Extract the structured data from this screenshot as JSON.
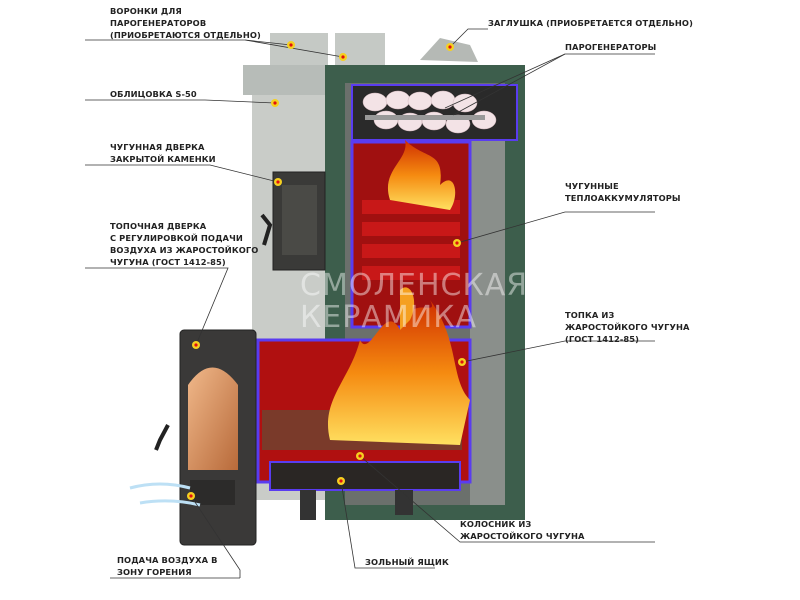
{
  "watermark": {
    "line1": "СМОЛЕНСКАЯ",
    "line2": "КЕРАМИКА"
  },
  "labels": {
    "funnels": [
      "ВОРОНКИ ДЛЯ",
      "ПАРОГЕНЕРАТОРОВ",
      "(ПРИОБРЕТАЮТСЯ ОТДЕЛЬНО)"
    ],
    "cladding": [
      "ОБЛИЦОВКА S-50"
    ],
    "heater_door": [
      "ЧУГУННАЯ ДВЕРКА",
      "ЗАКРЫТОЙ КАМЕНКИ"
    ],
    "firebox_door": [
      "ТОПОЧНАЯ ДВЕРКА",
      "С РЕГУЛИРОВКОЙ ПОДАЧИ",
      "ВОЗДУХА ИЗ ЖАРОСТОЙКОГО",
      "ЧУГУНА (ГОСТ 1412-85)"
    ],
    "air_supply": [
      "ПОДАЧА ВОЗДУХА В",
      "ЗОНУ ГОРЕНИЯ"
    ],
    "plug": [
      "ЗАГЛУШКА (ПРИОБРЕТАЕТСЯ ОТДЕЛЬНО)"
    ],
    "steam_generators": [
      "ПАРОГЕНЕРАТОРЫ"
    ],
    "heat_accumulators": [
      "ЧУГУННЫЕ",
      "ТЕПЛОАККУМУЛЯТОРЫ"
    ],
    "firebox": [
      "ТОПКА ИЗ",
      "ЖАРОСТОЙКОГО ЧУГУНА",
      "(ГОСТ 1412-85)"
    ],
    "grate": [
      "КОЛОСНИК ИЗ",
      "ЖАРОСТОЙКОГО ЧУГУНА"
    ],
    "ash_box": [
      "ЗОЛЬНЫЙ ЯЩИК"
    ]
  },
  "colors": {
    "stone": "#c9ccc8",
    "green": "#3d5e4c",
    "outline": "#5a3cf0",
    "fire": "#f5a020",
    "chamber": "#a01010",
    "marker": "#f5d020",
    "marker_center": "#e01010"
  }
}
